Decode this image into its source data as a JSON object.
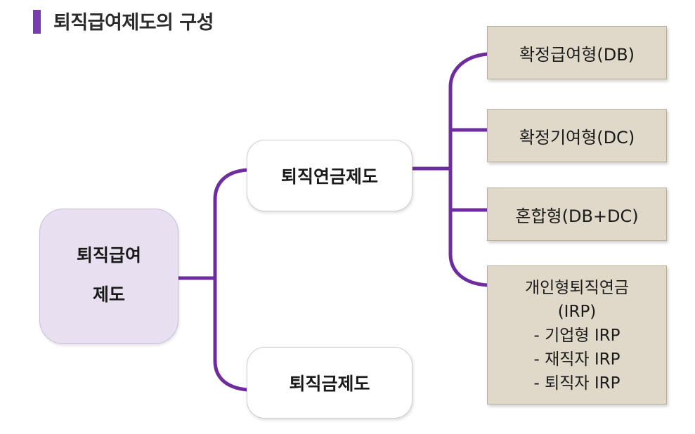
{
  "title": "퇴직급여제도의 구성",
  "colors": {
    "accent": "#7a3db0",
    "connector": "#6e2c9e",
    "root_fill": "#e8dff0",
    "leaf_fill": "#e0d9c9"
  },
  "root": {
    "line1": "퇴직급여",
    "line2": "제도"
  },
  "pension": {
    "label": "퇴직연금제도",
    "types": {
      "db": "확정급여형(DB)",
      "dc": "확정기여형(DC)",
      "hybrid": "혼합형(DB+DC)",
      "irp": {
        "title": "개인형퇴직연금",
        "abbr": "(IRP)",
        "items": [
          "- 기업형 IRP",
          "- 재직자 IRP",
          "- 퇴직자 IRP"
        ]
      }
    }
  },
  "lump_sum": {
    "label": "퇴직금제도"
  }
}
